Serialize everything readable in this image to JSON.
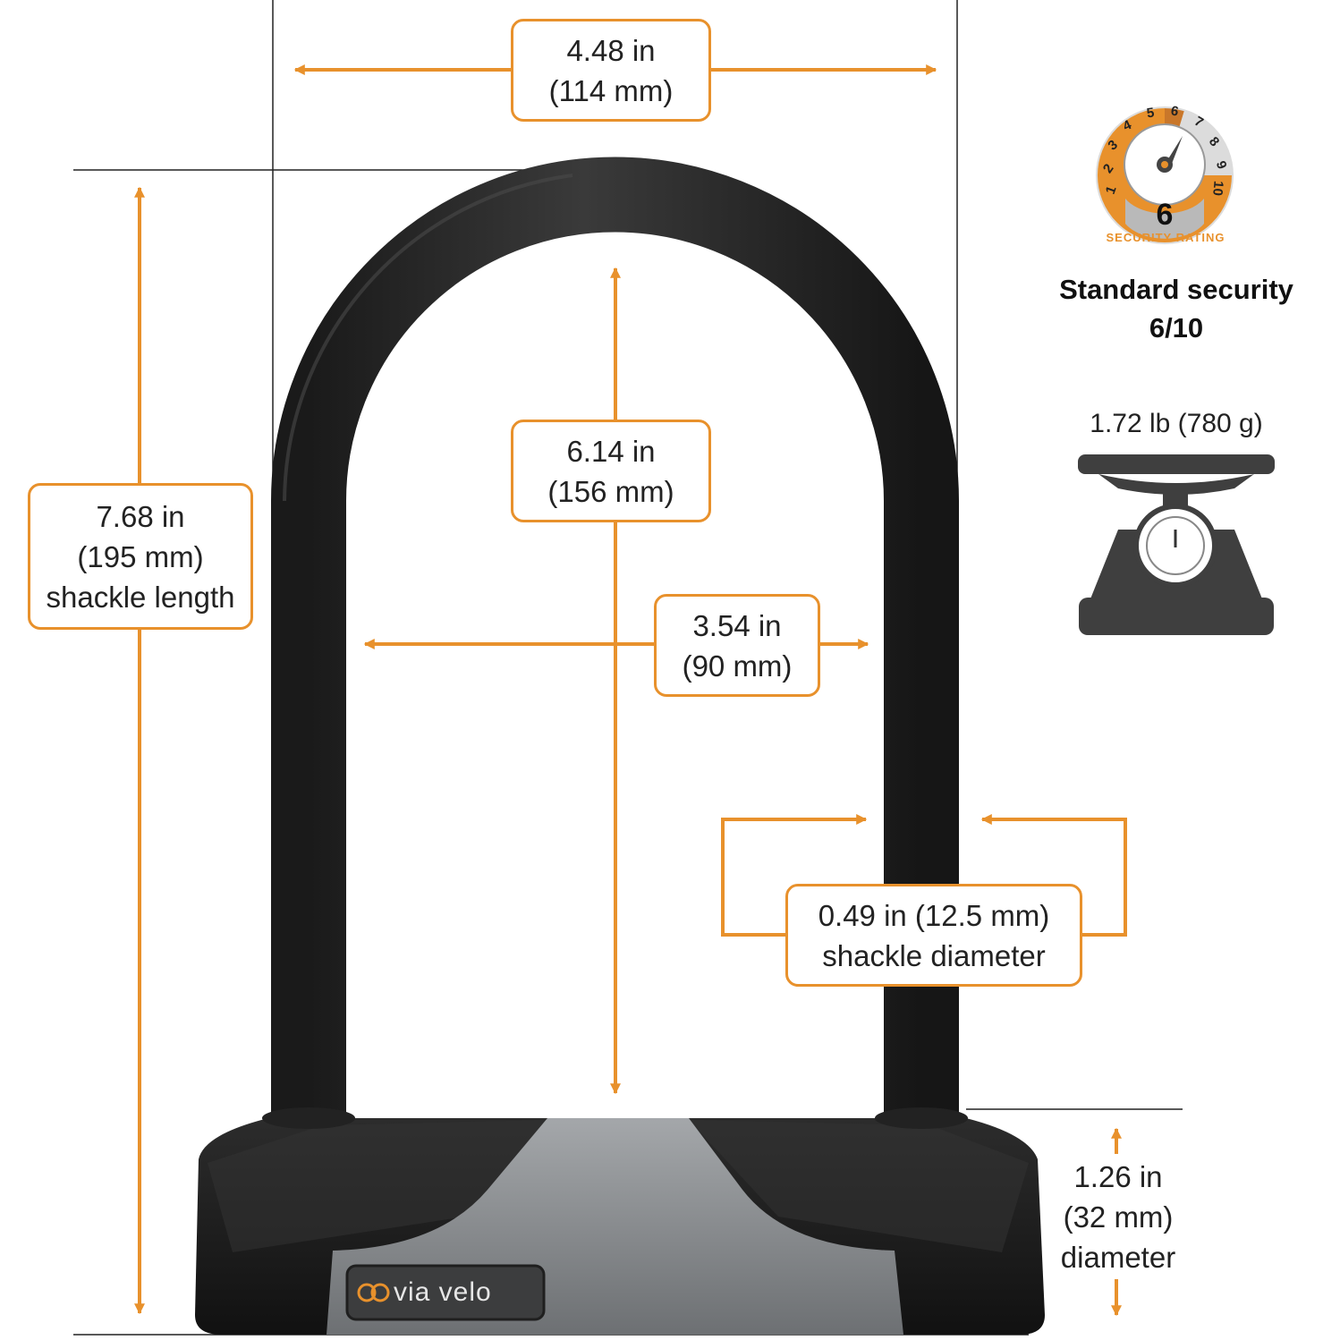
{
  "colors": {
    "accent": "#E8912C",
    "lock_black": "#1d1d1d",
    "lock_grey": "#8a8d90",
    "text": "#222222"
  },
  "dimensions": {
    "outer_width": {
      "line1": "4.48 in",
      "line2": "(114 mm)"
    },
    "inner_height": {
      "line1": "6.14 in",
      "line2": "(156 mm)"
    },
    "shackle_length": {
      "line1": "7.68 in",
      "line2": "(195 mm)",
      "line3": "shackle length"
    },
    "inner_width": {
      "line1": "3.54 in",
      "line2": "(90 mm)"
    },
    "shackle_diameter": {
      "line1": "0.49 in (12.5 mm)",
      "line2": "shackle diameter"
    },
    "body_diameter": {
      "line1": "1.26 in",
      "line2": "(32 mm)",
      "line3": "diameter"
    }
  },
  "security": {
    "dial_numbers": [
      "1",
      "2",
      "3",
      "4",
      "5",
      "6",
      "7",
      "8",
      "9",
      "10"
    ],
    "rating_value": "6",
    "dial_caption": "SECURITY RATING",
    "heading_line1": "Standard security",
    "heading_line2": "6/10"
  },
  "weight": {
    "label": "1.72 lb (780 g)",
    "icon": "scale-icon"
  },
  "brand": {
    "logo_text": "via velo",
    "logo_icon": "via-velo-logo-icon"
  }
}
